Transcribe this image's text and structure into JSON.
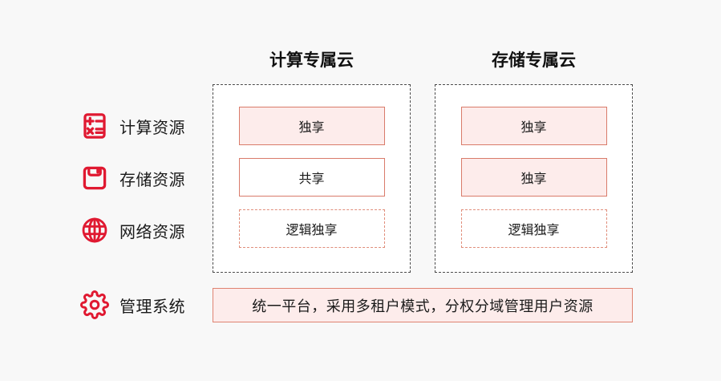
{
  "colors": {
    "page_bg": "#f8f8f8",
    "icon_red": "#e01931",
    "cell_border_solid": "#d97b6a",
    "cell_border_dashed": "#e08d7a",
    "cell_fill_pink": "#fdeceb",
    "container_border": "#4a4a4a",
    "text": "#1a1a1a"
  },
  "rows": [
    {
      "icon": "calculator-icon",
      "label": "计算资源"
    },
    {
      "icon": "floppy-disk-icon",
      "label": "存储资源"
    },
    {
      "icon": "globe-icon",
      "label": "网络资源"
    },
    {
      "icon": "gear-icon",
      "label": "管理系统"
    }
  ],
  "columns": [
    {
      "title": "计算专属云",
      "cells": [
        {
          "label": "独享",
          "style": "filled"
        },
        {
          "label": "共享",
          "style": "outline"
        },
        {
          "label": "逻辑独享",
          "style": "dashed"
        }
      ]
    },
    {
      "title": "存储专属云",
      "cells": [
        {
          "label": "独享",
          "style": "filled"
        },
        {
          "label": "独享",
          "style": "filled"
        },
        {
          "label": "逻辑独享",
          "style": "dashed"
        }
      ]
    }
  ],
  "management_bar": {
    "text": "统一平台，采用多租户模式，分权分域管理用户资源"
  }
}
